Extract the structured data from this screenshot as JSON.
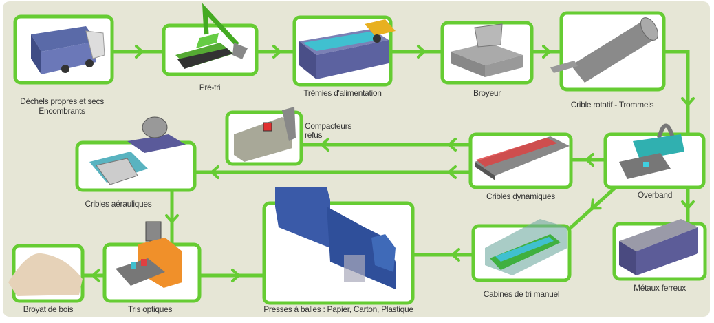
{
  "diagram": {
    "colors": {
      "background": "#e6e6d6",
      "flow": "#66cc33",
      "box_fill": "#ffffff"
    },
    "steps": [
      {
        "label": "Déchels propres et secs",
        "label2": "Encombrants",
        "icon": "garbage-truck"
      },
      {
        "label": "Pré-tri",
        "icon": "excavator"
      },
      {
        "label": "Trémies d'alimentation",
        "icon": "feed-hopper"
      },
      {
        "label": "Broyeur",
        "icon": "shredder"
      },
      {
        "label": "Crible rotatif - Trommels",
        "icon": "trommel"
      },
      {
        "label": "Overband",
        "icon": "magnet-separator"
      },
      {
        "label": "Cribles dynamiques",
        "icon": "dynamic-screen"
      },
      {
        "label": "Compacteurs",
        "label2": "refus",
        "icon": "compactor"
      },
      {
        "label": "Cribles aérauliques",
        "icon": "air-classifier"
      },
      {
        "label": "Métaux ferreux",
        "icon": "metal-container"
      },
      {
        "label": "Cabines de tri manuel",
        "icon": "sorting-cabin"
      },
      {
        "label": "Presses à balles : Papier, Carton, Plastique",
        "icon": "baling-press"
      },
      {
        "label": "Tris optiques",
        "icon": "optical-sorter"
      },
      {
        "label": "Broyat de bois",
        "icon": "wood-chips-pile"
      }
    ]
  }
}
